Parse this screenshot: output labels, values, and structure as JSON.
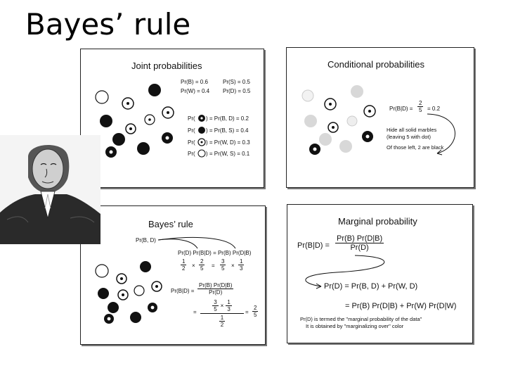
{
  "slide": {
    "title": "Bayes’ rule"
  },
  "joint": {
    "title": "Joint probabilities",
    "probs": [
      "Pr(B) = 0.6",
      "Pr(W) = 0.4",
      "Pr(S) = 0.5",
      "Pr(D) = 0.5"
    ],
    "rows": [
      {
        "prefix": "Pr(",
        "suffix": ") = Pr(B, D) = 0.2"
      },
      {
        "prefix": "Pr(",
        "suffix": ") = Pr(B, S) = 0.4"
      },
      {
        "prefix": "Pr(",
        "suffix": ") = Pr(W, D) = 0.3"
      },
      {
        "prefix": "Pr(",
        "suffix": ") = Pr(W, S) = 0.1"
      }
    ]
  },
  "conditional": {
    "title": "Conditional probabilities",
    "lhs": "Pr(B|D) =",
    "frac_num": "2",
    "frac_den": "5",
    "rhs": "= 0.2",
    "notes": [
      "Hide all solid marbles",
      "(leaving 5 with dot)",
      "Of those left, 2 are black"
    ]
  },
  "bayes": {
    "title": "Bayes’ rule",
    "joint_label": "Pr(B, D)",
    "row1": "Pr(D) Pr(B|D) = Pr(B) Pr(D|B)",
    "row2": [
      "1",
      "2",
      "2",
      "5",
      "×",
      "=",
      "3",
      "5",
      "×",
      "1",
      "3"
    ],
    "lhs": "Pr(B|D) =",
    "f1_num": "Pr(B) Pr(D|B)",
    "f1_den": "Pr(D)",
    "eq": "=",
    "f2_num_a": "3",
    "f2_num_b": "5",
    "f2_times": "×",
    "f2_num_c": "1",
    "f2_num_d": "3",
    "f2_den_a": "1",
    "f2_den_b": "2",
    "res_num": "2",
    "res_den": "5"
  },
  "marginal": {
    "title": "Marginal probability",
    "lhs": "Pr(B|D) =",
    "num": "Pr(B) Pr(D|B)",
    "den": "Pr(D)",
    "line1": "Pr(D) = Pr(B, D) + Pr(W, D)",
    "line2": "= Pr(B) Pr(D|B) + Pr(W) Pr(D|W)",
    "note1": "Pr(D) is termed the \"marginal probability of the data\"",
    "note2": "It is obtained by \"marginalizing over\" color"
  }
}
